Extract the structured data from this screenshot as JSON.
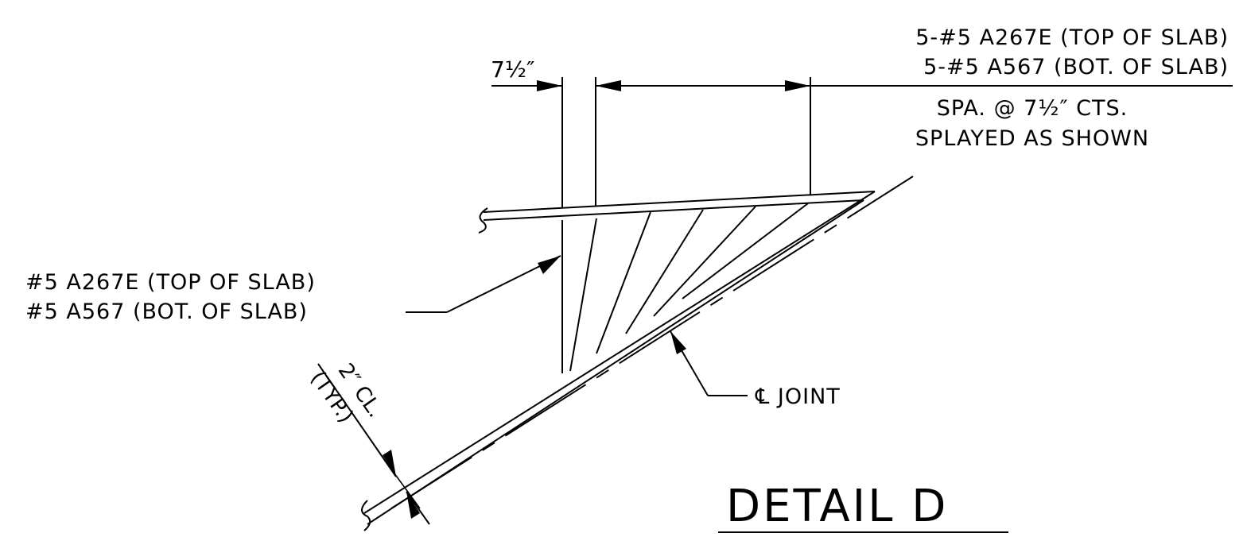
{
  "header_note": {
    "line1": "5-#5 A267E (TOP OF SLAB)",
    "line2": "5-#5 A567 (BOT. OF SLAB)",
    "line3": "SPA. @ 7½″ CTS.",
    "line4": "SPLAYED AS SHOWN"
  },
  "dimension_label": "7½″",
  "bar_callout": {
    "line1": "#5 A267E (TOP OF SLAB)",
    "line2": "#5 A567 (BOT. OF SLAB)"
  },
  "clear_cover": {
    "line1": "2″ CL.",
    "line2": "(TYP.)"
  },
  "joint_label": "℄ JOINT",
  "detail_title": "DETAIL D"
}
